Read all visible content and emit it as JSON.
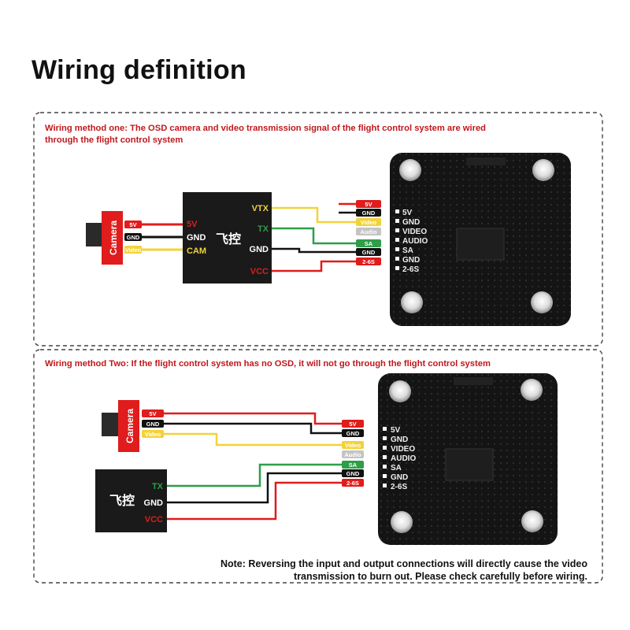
{
  "page": {
    "title": "Wiring definition"
  },
  "method_one": {
    "description": "Wiring method one: The OSD camera and video transmission signal of the flight control system are wired through the flight control system",
    "camera": {
      "label": "Camera",
      "pins": [
        "5V",
        "GND",
        "Video"
      ]
    },
    "flight_controller": {
      "name": "飞控",
      "left_pins": [
        "5V",
        "GND",
        "CAM"
      ],
      "right_pins": [
        "VTX",
        "TX",
        "GND",
        "VCC"
      ]
    },
    "vtx_tags": [
      "5V",
      "GND",
      "Video",
      "Audio",
      "SA",
      "GND",
      "2-6S"
    ],
    "board_pads": [
      "5V",
      "GND",
      "VIDEO",
      "AUDIO",
      "SA",
      "GND",
      "2-6S"
    ]
  },
  "method_two": {
    "description": "Wiring method Two: If the flight control system has no OSD, it will not go through the flight control system",
    "camera": {
      "label": "Camera",
      "pins": [
        "5V",
        "GND",
        "Video"
      ]
    },
    "flight_controller": {
      "name": "飞控",
      "right_pins": [
        "TX",
        "GND",
        "VCC"
      ]
    },
    "vtx_tags": [
      "5V",
      "GND",
      "Video",
      "Audio",
      "SA",
      "GND",
      "2-6S"
    ],
    "board_pads": [
      "5V",
      "GND",
      "VIDEO",
      "AUDIO",
      "SA",
      "GND",
      "2-6S"
    ]
  },
  "note": "Note: Reversing the input and output connections will directly cause the video transmission to burn out. Please check carefully before wiring.",
  "colors": {
    "red": "#e01c1c",
    "black": "#111111",
    "yellow": "#f2d23a",
    "green": "#2e9e48",
    "grey": "#c4c4c4",
    "dashed_border": "#444444",
    "module": "#1a1a1a"
  }
}
